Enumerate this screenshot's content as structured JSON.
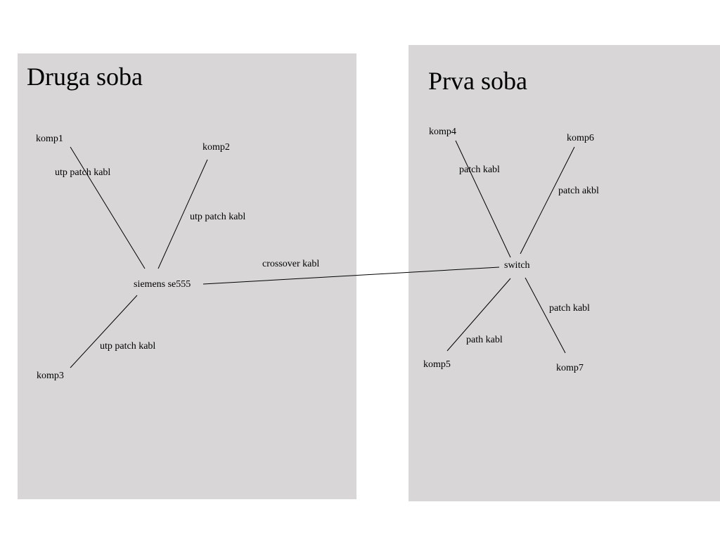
{
  "rooms": {
    "druga": {
      "title": "Druga soba",
      "nodes": {
        "komp1": "komp1",
        "komp2": "komp2",
        "komp3": "komp3",
        "hub": "siemens se555"
      },
      "cables": {
        "c1": "utp patch kabl",
        "c2": "utp patch kabl",
        "c3": "utp patch kabl"
      }
    },
    "prva": {
      "title": "Prva soba",
      "nodes": {
        "komp4": "komp4",
        "komp5": "komp5",
        "komp6": "komp6",
        "komp7": "komp7",
        "hub": "switch"
      },
      "cables": {
        "c4": "patch kabl",
        "c5": "path kabl",
        "c6": "patch akbl",
        "c7": "patch kabl"
      }
    }
  },
  "link": {
    "label": "crossover kabl"
  },
  "colors": {
    "room_fill": "#d8d6d7",
    "line": "#000000"
  }
}
